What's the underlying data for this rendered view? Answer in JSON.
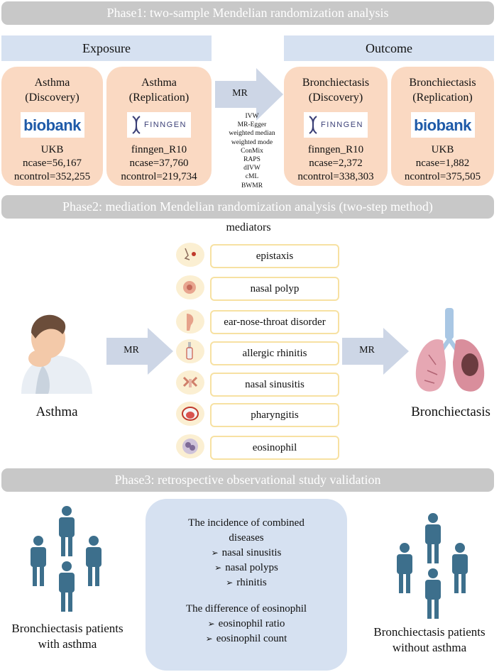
{
  "phase1": {
    "title": "Phase1: two-sample Mendelian randomization analysis",
    "exposure_label": "Exposure",
    "outcome_label": "Outcome",
    "arrow_label": "MR",
    "methods": [
      "IVW",
      "MR-Egger",
      "weighted median",
      "weighted mode",
      "ConMix",
      "RAPS",
      "dIVW",
      "cML",
      "BWMR"
    ],
    "cards": [
      {
        "title1": "Asthma",
        "title2": "(Discovery)",
        "logo": "biobank",
        "source": "UKB",
        "ncase": "ncase=56,167",
        "ncontrol": "ncontrol=352,255"
      },
      {
        "title1": "Asthma",
        "title2": "(Replication)",
        "logo": "finngen",
        "source": "finngen_R10",
        "ncase": "ncase=37,760",
        "ncontrol": "ncontrol=219,734"
      },
      {
        "title1": "Bronchiectasis",
        "title2": "(Discovery)",
        "logo": "finngen",
        "source": "finngen_R10",
        "ncase": "ncase=2,372",
        "ncontrol": "ncontrol=338,303"
      },
      {
        "title1": "Bronchiectasis",
        "title2": "(Replication)",
        "logo": "biobank",
        "source": "UKB",
        "ncase": "ncase=1,882",
        "ncontrol": "ncontrol=375,505"
      }
    ],
    "logos": {
      "biobank": "biobank",
      "finngen": "FINNGEN"
    }
  },
  "phase2": {
    "title": "Phase2: mediation Mendelian randomization analysis (two-step method)",
    "mediators_label": "mediators",
    "left_label": "Asthma",
    "right_label": "Bronchiectasis",
    "arrow_left": "MR",
    "arrow_right": "MR",
    "mediators": [
      "epistaxis",
      "nasal polyp",
      "ear-nose-throat disorder",
      "allergic rhinitis",
      "nasal sinusitis",
      "pharyngitis",
      "eosinophil"
    ]
  },
  "phase3": {
    "title": "Phase3: retrospective observational study validation",
    "left_group_line1": "Bronchiectasis patients",
    "left_group_line2": "with asthma",
    "right_group_line1": "Bronchiectasis patients",
    "right_group_line2": "without asthma",
    "incidence_title1": "The incidence of combined",
    "incidence_title2": "diseases",
    "incidence_items": [
      "nasal sinusitis",
      "nasal polyps",
      "rhinitis"
    ],
    "eos_title": "The difference of eosinophil",
    "eos_items": [
      "eosinophil ratio",
      "eosinophil count"
    ]
  },
  "colors": {
    "phase_bar": "#c8c8c8",
    "header_bar": "#d6e1f1",
    "card": "#fad9c2",
    "arrow": "#cdd6e6",
    "person": "#3d6f8c",
    "mediator_border": "#f7e1a2"
  }
}
